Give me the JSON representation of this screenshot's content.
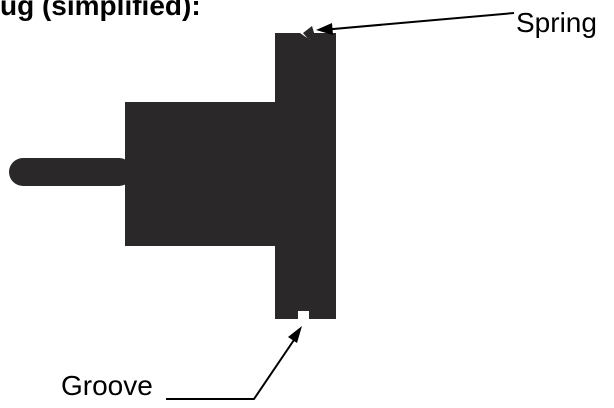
{
  "title": "ug (simplified):",
  "labels": {
    "spring": "Spring",
    "groove": "Groove"
  },
  "colors": {
    "plug_fill": "#2a2829",
    "line": "#000000",
    "background": "#ffffff"
  }
}
